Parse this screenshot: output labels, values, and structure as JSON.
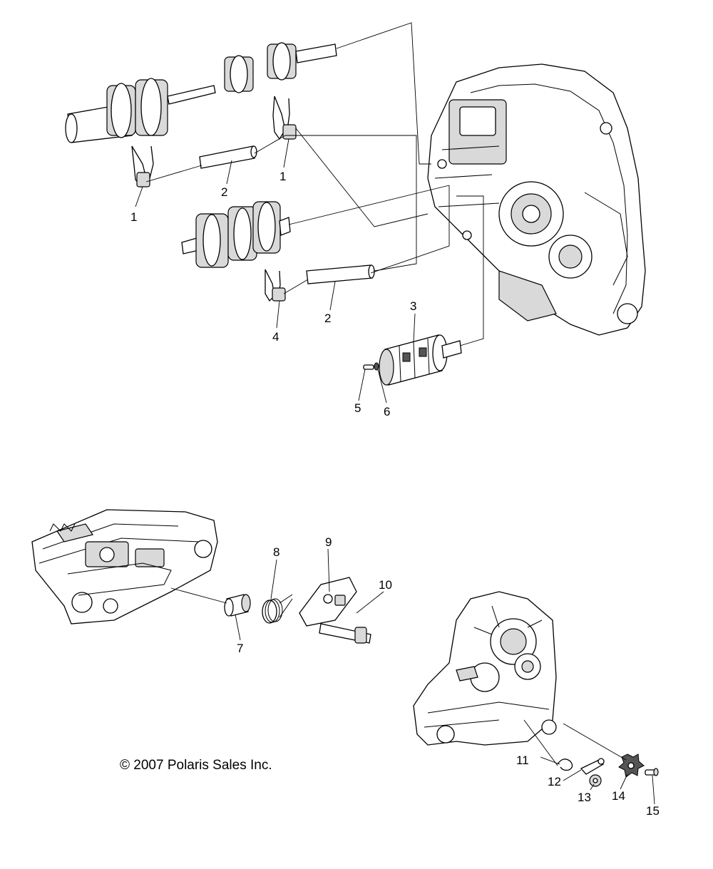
{
  "copyright": "© 2007 Polaris Sales Inc.",
  "callouts": {
    "c1a": "1",
    "c1b": "1",
    "c2a": "2",
    "c2b": "2",
    "c3": "3",
    "c4": "4",
    "c5": "5",
    "c6": "6",
    "c7": "7",
    "c8": "8",
    "c9": "9",
    "c10": "10",
    "c11": "11",
    "c12": "12",
    "c13": "13",
    "c14": "14",
    "c15": "15"
  }
}
